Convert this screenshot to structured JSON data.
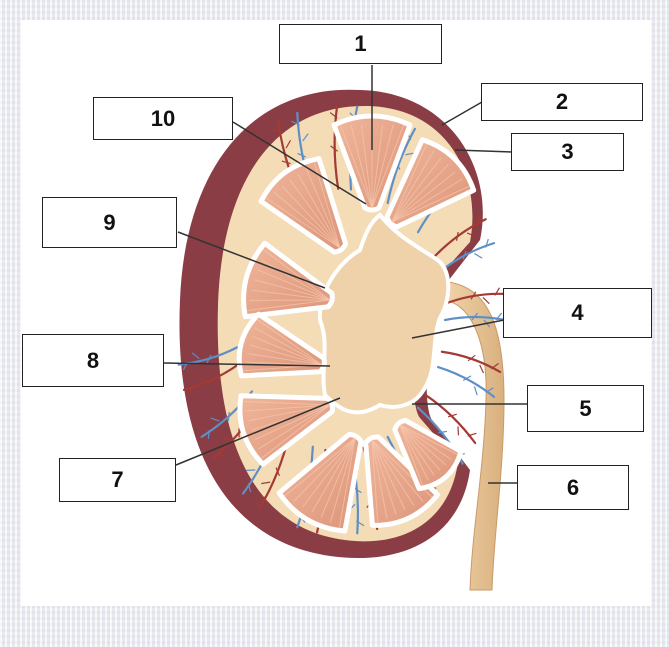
{
  "colors": {
    "capsule": "#8a3d44",
    "cortex": "#f3dcb6",
    "pyramid": "#e8a98b",
    "pelvis": "#efd2aa",
    "ureter": "#e9c89a",
    "artery": "#a33a35",
    "vein": "#5f8fc6"
  },
  "labels": [
    {
      "id": "label-1",
      "text": "1"
    },
    {
      "id": "label-2",
      "text": "2"
    },
    {
      "id": "label-3",
      "text": "3"
    },
    {
      "id": "label-4",
      "text": "4"
    },
    {
      "id": "label-5",
      "text": "5"
    },
    {
      "id": "label-6",
      "text": "6"
    },
    {
      "id": "label-7",
      "text": "7"
    },
    {
      "id": "label-8",
      "text": "8"
    },
    {
      "id": "label-9",
      "text": "9"
    },
    {
      "id": "label-10",
      "text": "10"
    }
  ]
}
